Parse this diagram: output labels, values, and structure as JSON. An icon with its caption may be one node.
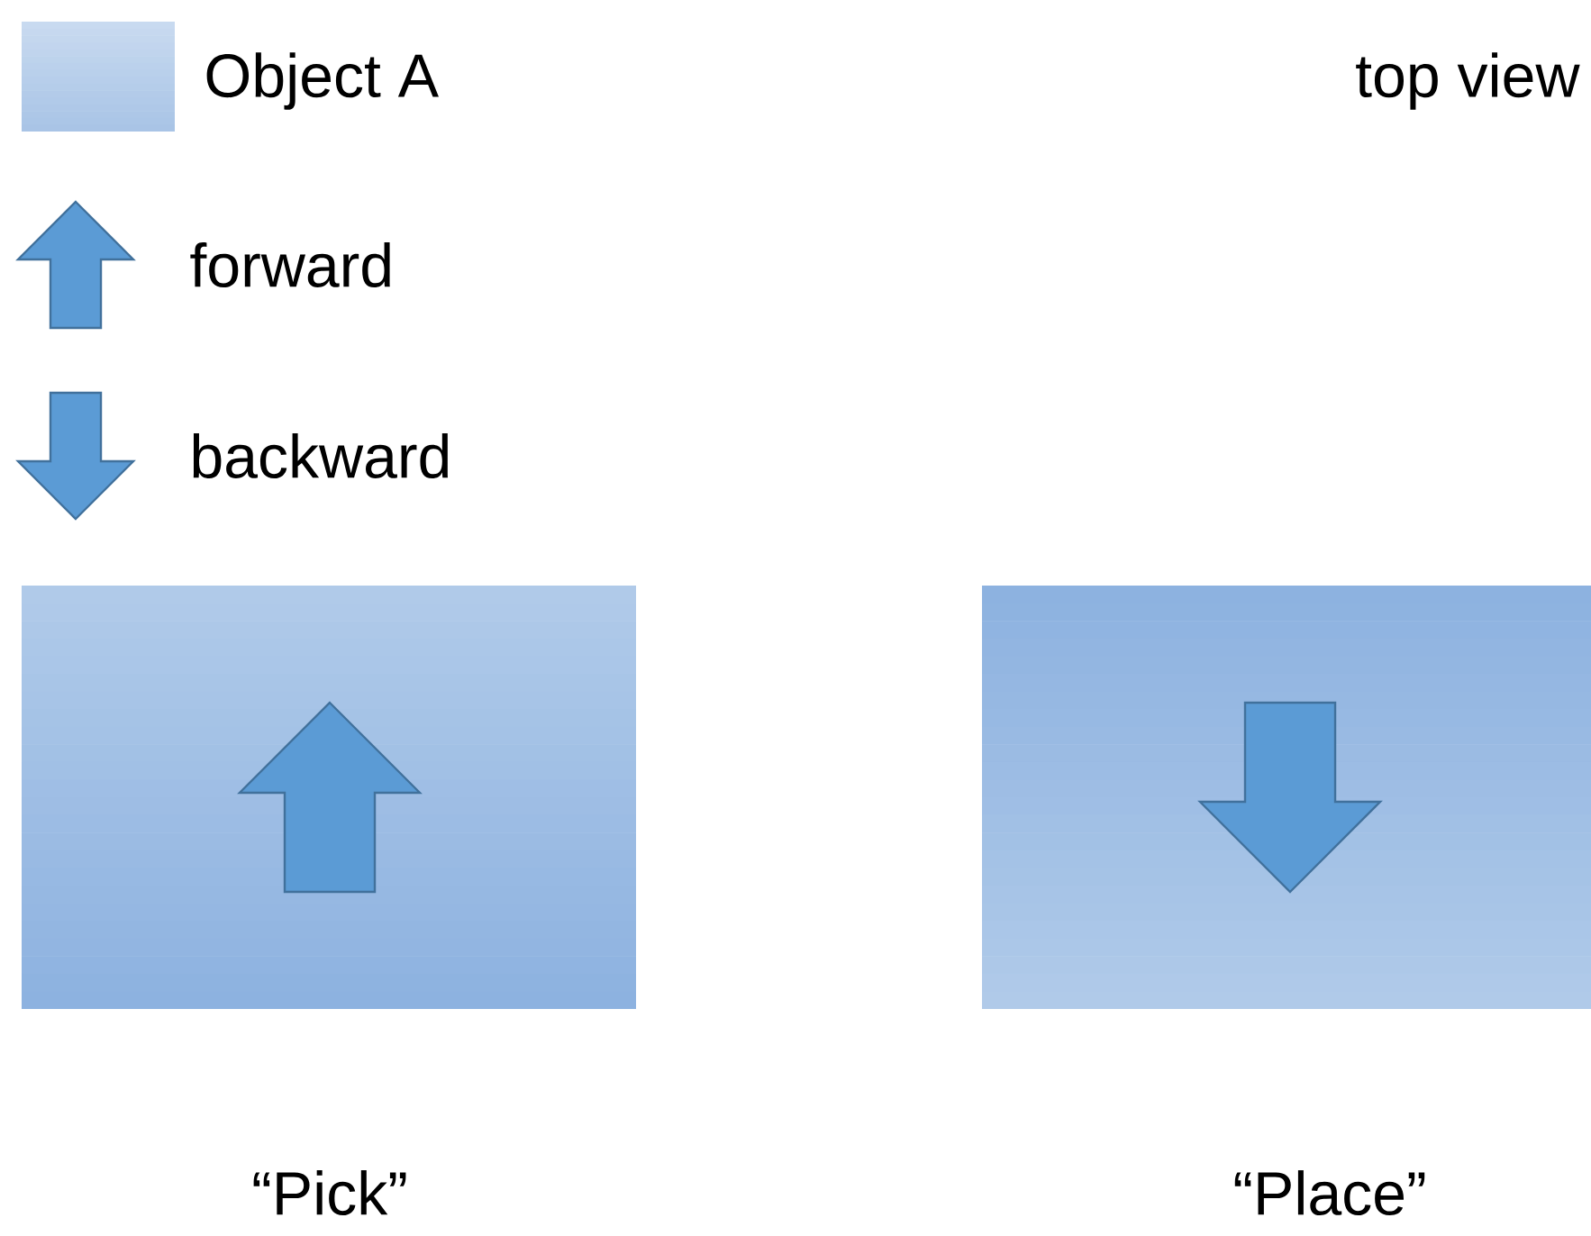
{
  "diagram": {
    "nodes": [
      {
        "text": [],
        "shape": "box",
        "beside": [
          "“Pick”"
        ]
      },
      {
        "text": [],
        "shape": "box",
        "beside": [
          "“Place”"
        ]
      }
    ],
    "labels": [
      "top view"
    ],
    "legend": [
      {
        "text": "Object A",
        "color": "#a9c4e6"
      },
      {
        "text": "forward"
      },
      {
        "text": "backward"
      }
    ]
  }
}
